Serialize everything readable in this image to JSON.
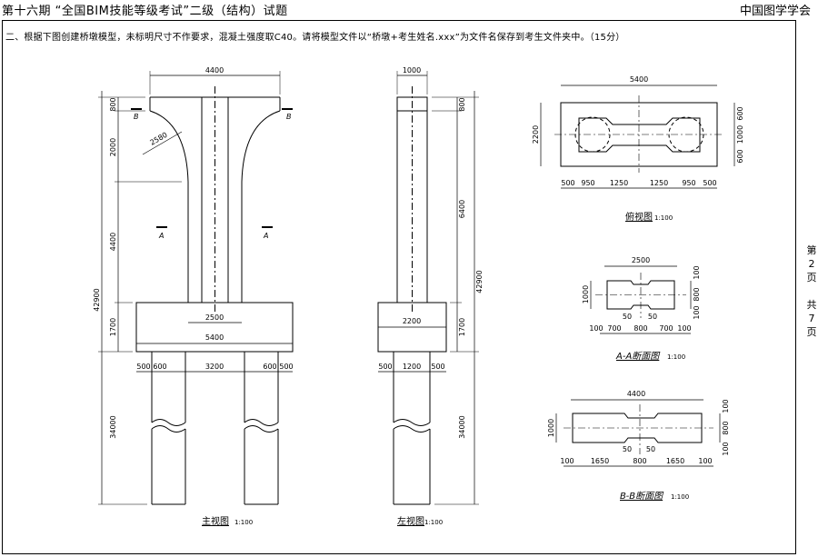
{
  "header": {
    "title": "第十六期 “全国BIM技能等级考试”二级（结构）试题",
    "org": "中国图学学会"
  },
  "question": "二、根据下图创建桥墩模型，未标明尺寸不作要求，混凝土强度取C40。请将模型文件以“桥墩+考生姓名.xxx”为文件名保存到考生文件夹中。（15分）",
  "page_info": [
    "第",
    "2",
    "页",
    "",
    "共",
    "7",
    "页"
  ],
  "main_view": {
    "caption": "主视图",
    "scale": "1:100",
    "dims": {
      "top_width": "4400",
      "cap_depth": "800",
      "flare_h": "2000",
      "col_h": "4400",
      "total_h": "42900",
      "footing_h": "1700",
      "pile_h": "34000",
      "radius": "2580",
      "col_w": "2500",
      "footing_w": "5400",
      "pile_edge": "500",
      "pile_dia": "600",
      "pile_spacing": "3200",
      "sec_b": "B",
      "sec_a": "A"
    }
  },
  "side_view": {
    "caption": "左视图",
    "scale": "1:100",
    "dims": {
      "top_width": "1000",
      "cap_depth": "800",
      "col_h": "6400",
      "total_h": "42900",
      "footing_w": "2200",
      "footing_h": "1700",
      "pile_h": "34000",
      "pile_edge": "500",
      "pile_dia": "1200"
    }
  },
  "plan_view": {
    "caption": "俯视图",
    "scale": "1:100",
    "dims": {
      "width": "5400",
      "depth": "2200",
      "d600": "600",
      "d1000": "1000",
      "d500": "500",
      "d950": "950",
      "d1250": "1250"
    }
  },
  "section_a": {
    "caption": "A-A断面图",
    "scale": "1:100",
    "dims": {
      "width": "2500",
      "depth": "1000",
      "notch": "50",
      "d100": "100",
      "d700": "700",
      "d800": "800"
    }
  },
  "section_b": {
    "caption": "B-B断面图",
    "scale": "1:100",
    "dims": {
      "width": "4400",
      "depth": "1000",
      "notch": "50",
      "d100": "100",
      "d1650": "1650",
      "d800": "800"
    }
  }
}
